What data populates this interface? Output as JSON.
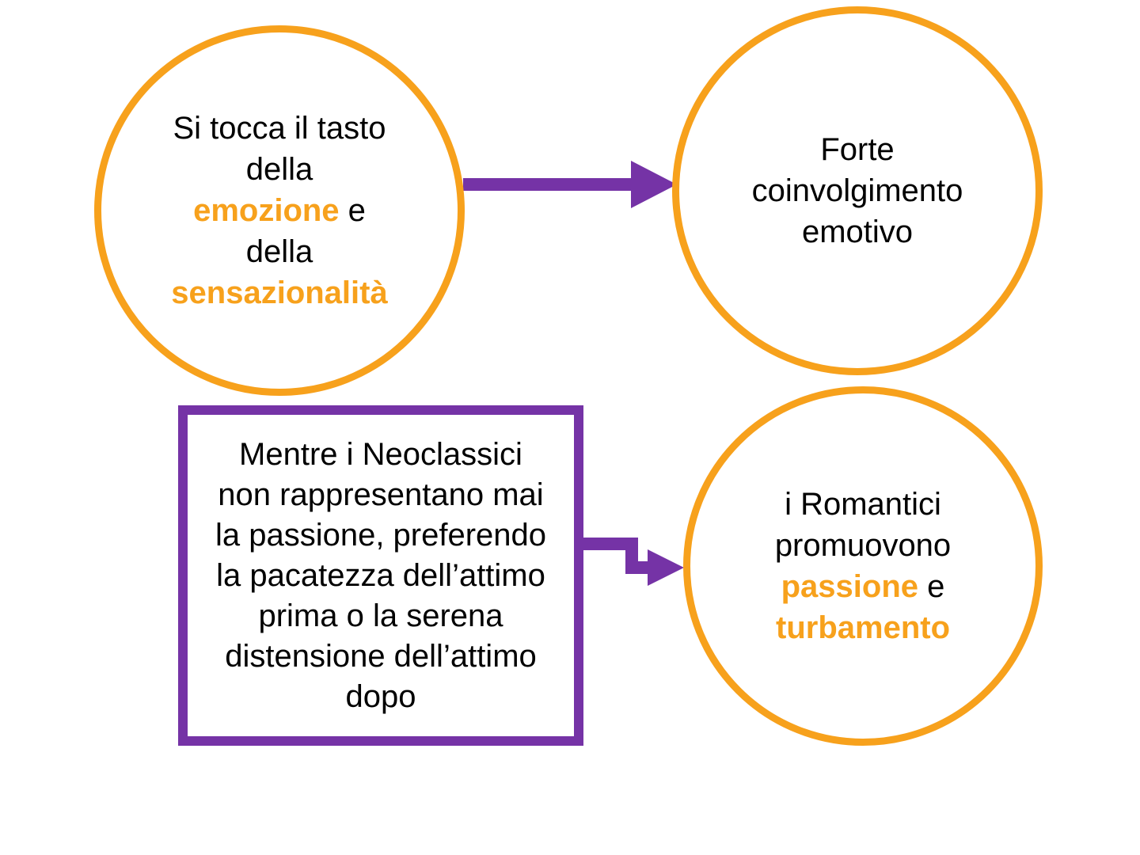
{
  "slide": {
    "background": "#FFFFFF",
    "colors": {
      "circle_stroke": "#F7A11C",
      "highlight_text": "#F7A11C",
      "box_border": "#7533A6",
      "connector": "#7533A6",
      "body_text": "#000000"
    },
    "top_left_circle": {
      "line1": "Si tocca il tasto",
      "line2": "della",
      "line3_highlight": "emozione",
      "line3_rest": " e",
      "line4": "della",
      "line5_highlight": "sensazionalità"
    },
    "top_right_circle": {
      "line1": "Forte",
      "line2": "coinvolgimento",
      "line3": "emotivo"
    },
    "neoclassici_box": {
      "line1": "Mentre i Neoclassici",
      "line2": "non rappresentano mai",
      "line3": "la passione, preferendo",
      "line4": "la pacatezza dell’attimo",
      "line5": "prima o la serena",
      "line6": "distensione dell’attimo",
      "line7": "dopo"
    },
    "bottom_right_circle": {
      "line1": "i Romantici",
      "line2": "promuovono",
      "line3_highlight": "passione",
      "line3_rest": " e",
      "line4_highlight": "turbamento"
    }
  }
}
